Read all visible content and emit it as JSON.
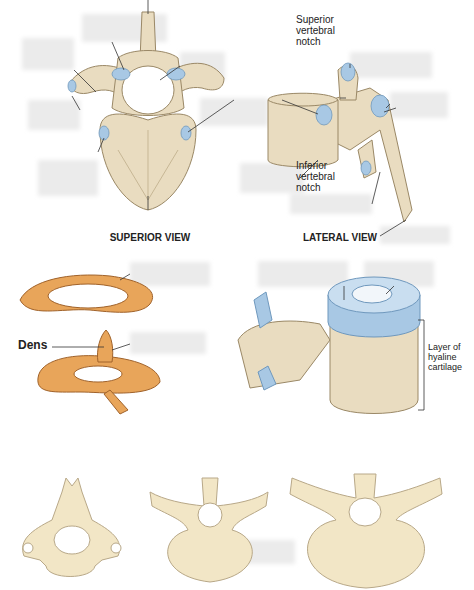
{
  "diagram": {
    "labels": [
      "Superior vertebral notch",
      "Inferior vertebral notch",
      "SUPERIOR VIEW",
      "LATERAL VIEW",
      "Dens",
      "Layer of hyaline cartilage"
    ]
  }
}
